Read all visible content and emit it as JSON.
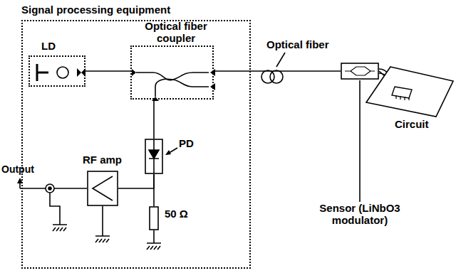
{
  "diagram": {
    "nodes": [
      {
        "text": [
          "Signal processing equipment"
        ]
      },
      {
        "text": [
          "LD"
        ],
        "in": 0
      },
      {
        "text": [
          "Optical fiber coupler"
        ],
        "in": 0
      },
      {
        "text": [
          "PD"
        ],
        "in": 0
      },
      {
        "text": [
          "RF amp"
        ],
        "in": 0
      },
      {
        "text": [
          "50 Ω"
        ],
        "in": 0
      },
      {
        "text": [
          "Sensor (LiNbO3 modulator)"
        ]
      },
      {
        "text": [
          "Circuit"
        ]
      }
    ],
    "edges": [
      {
        "from": 1,
        "to": 2,
        "arrow": "none"
      },
      {
        "from": 2,
        "to": 6,
        "arrow": "none",
        "label": "Optical fiber"
      },
      {
        "from": 2,
        "to": 3,
        "arrow": "none"
      },
      {
        "from": 3,
        "to": 5,
        "arrow": "none"
      },
      {
        "from": 3,
        "to": 4,
        "arrow": "none"
      },
      {
        "from": 6,
        "to": 7,
        "arrow": "none"
      }
    ],
    "labels": [
      "Output"
    ]
  }
}
